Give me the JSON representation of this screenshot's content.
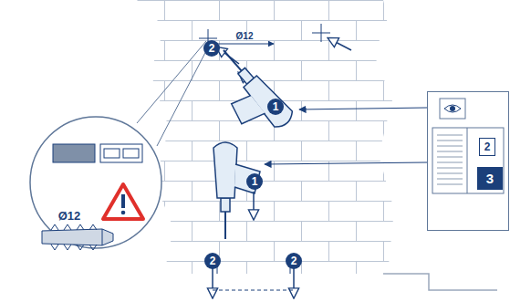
{
  "diagram": {
    "nodes": [
      {
        "text": [
          "2",
          "3"
        ]
      }
    ],
    "labels": [
      "2",
      "Ø12",
      "1",
      "Ø12",
      "1",
      "2",
      "2"
    ]
  }
}
